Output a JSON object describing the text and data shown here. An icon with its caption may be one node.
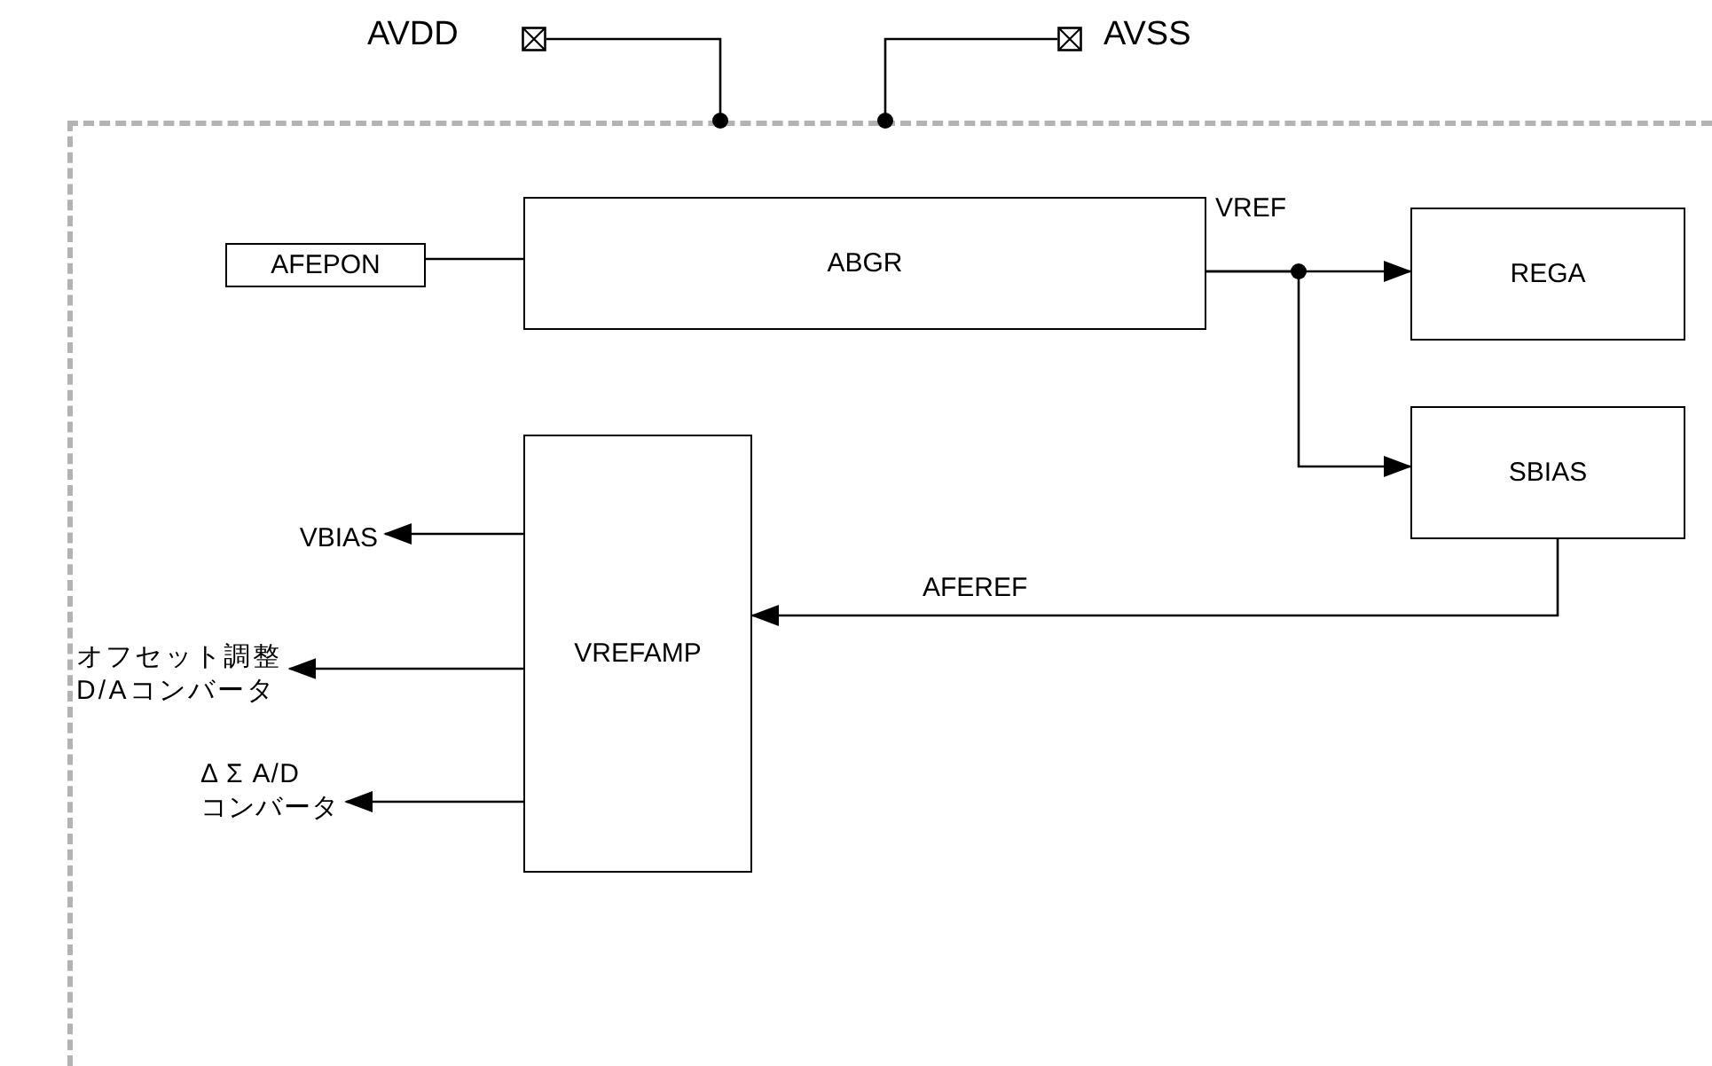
{
  "diagram": {
    "nodes": [
      {
        "text": [],
        "shape": "box"
      },
      {
        "text": [],
        "shape": "box",
        "beside": [
          "AVDD"
        ]
      },
      {
        "text": [],
        "shape": "box",
        "beside": [
          "AVSS"
        ]
      },
      {
        "text": [
          "AFEPON"
        ],
        "in": 0
      },
      {
        "text": [
          "ABGR"
        ],
        "in": 0
      },
      {
        "text": [
          "REGA"
        ],
        "in": 0
      },
      {
        "text": [
          "SBIAS"
        ],
        "in": 0
      },
      {
        "text": [
          "VREFAMP"
        ],
        "in": 0
      },
      {
        "text": [
          "VBIAS"
        ],
        "in": 0
      },
      {
        "text": [
          "オフセット調整D/Aコンバータ"
        ],
        "in": 0
      },
      {
        "text": [
          "Δ Σ A/Dコンバータ"
        ],
        "in": 0
      }
    ],
    "edges": [
      {
        "from": 1,
        "to": 0,
        "arrow": "other"
      },
      {
        "from": 2,
        "to": 0,
        "arrow": "other"
      },
      {
        "from": 3,
        "to": 4,
        "arrow": "none"
      },
      {
        "from": 4,
        "to": 5,
        "arrow": "to",
        "label": "VREF"
      },
      {
        "from": 4,
        "to": 6,
        "arrow": "to"
      },
      {
        "from": 6,
        "to": 7,
        "arrow": "to",
        "label": "AFEREF"
      },
      {
        "from": 7,
        "to": 8,
        "arrow": "to"
      },
      {
        "from": 7,
        "to": 9,
        "arrow": "to"
      },
      {
        "from": 7,
        "to": 10,
        "arrow": "to"
      }
    ]
  }
}
